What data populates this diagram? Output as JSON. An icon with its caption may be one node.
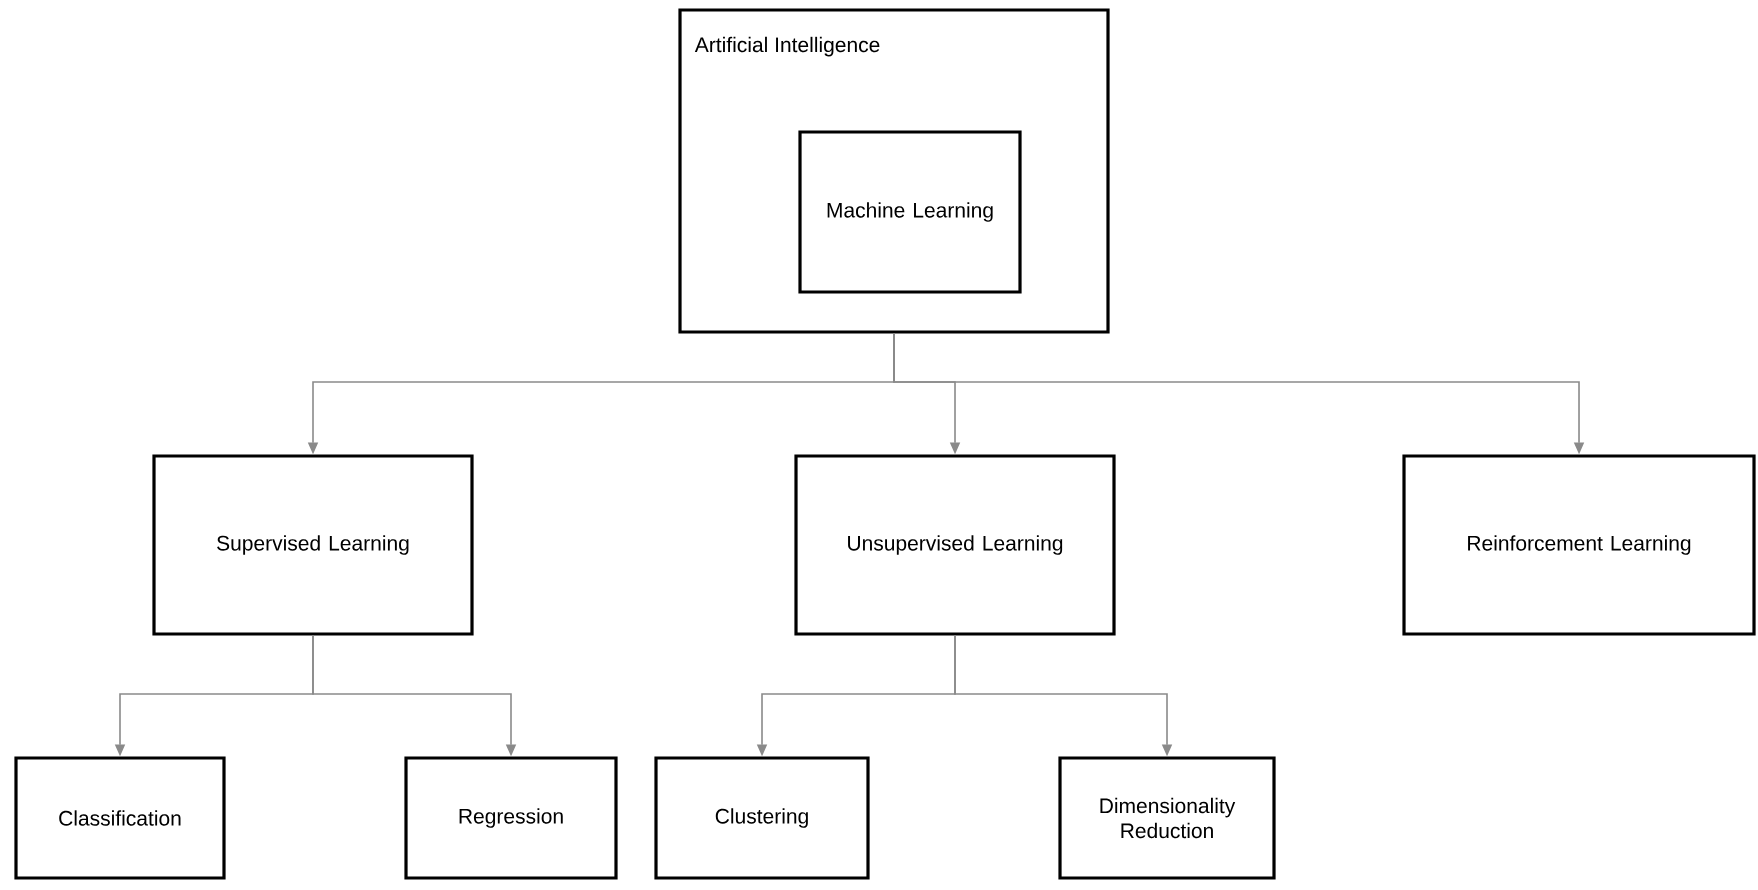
{
  "diagram": {
    "nodes": [
      {
        "text": [
          "Artificial Intelligence"
        ]
      },
      {
        "text": [
          "Machine Learning"
        ],
        "in": 0
      },
      {
        "text": [
          "Supervised Learning"
        ]
      },
      {
        "text": [
          "Unsupervised Learning"
        ]
      },
      {
        "text": [
          "Reinforcement Learning"
        ]
      },
      {
        "text": [
          "Classification"
        ]
      },
      {
        "text": [
          "Regression"
        ]
      },
      {
        "text": [
          "Clustering"
        ]
      },
      {
        "text": [
          "Dimensionality Reduction"
        ]
      }
    ],
    "edges": [
      {
        "from": 0,
        "to": 2,
        "arrow": "to"
      },
      {
        "from": 0,
        "to": 3,
        "arrow": "to"
      },
      {
        "from": 0,
        "to": 4,
        "arrow": "to"
      },
      {
        "from": 2,
        "to": 5,
        "arrow": "to"
      },
      {
        "from": 2,
        "to": 6,
        "arrow": "to"
      },
      {
        "from": 3,
        "to": 7,
        "arrow": "to"
      },
      {
        "from": 3,
        "to": 8,
        "arrow": "to"
      }
    ]
  }
}
